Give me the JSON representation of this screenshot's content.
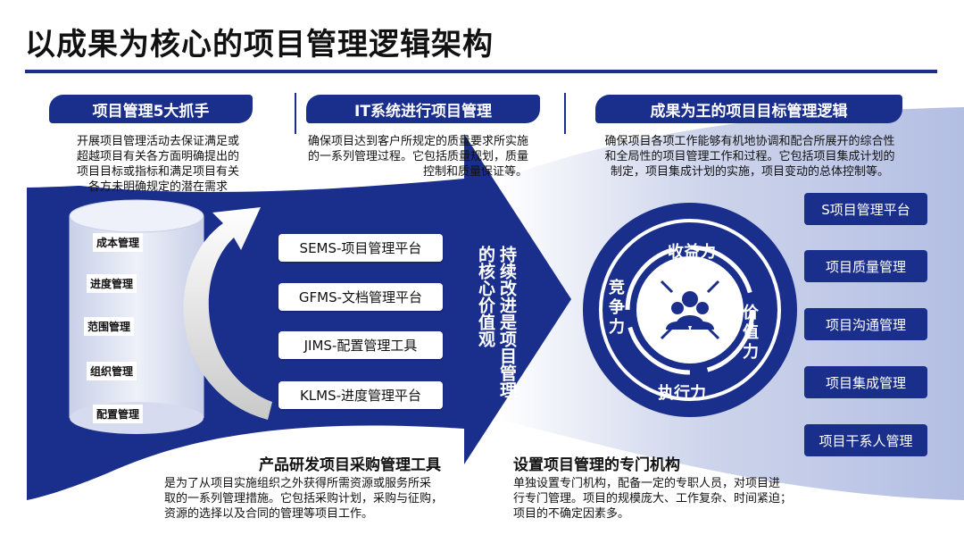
{
  "title": "以成果为核心的项目管理逻辑架构",
  "sections": {
    "left": {
      "heading": "项目管理5大抓手",
      "description_lines": [
        "开展项目管理活动去保证满足或",
        "超越项目有关各方面明确提出的",
        "项目目标或指标和满足项目有关",
        "各方未明确规定的潜在需求"
      ]
    },
    "middle": {
      "heading": "IT系统进行项目管理",
      "description_lines": [
        "确保项目达到客户所规定的质量要求所实施",
        "的一系列管理过程。它包括质量规划，质量",
        "控制和质量保证等。"
      ]
    },
    "right": {
      "heading": "成果为王的项目目标管理逻辑",
      "description_lines": [
        "确保项目各项工作能够有机地协调和配合所展开的综合性",
        "和全局性的项目管理工作和过程。它包括项目集成计划的",
        "制定，项目集成计划的实施，项目变动的总体控制等。"
      ]
    }
  },
  "levers": [
    "成本管理",
    "进度管理",
    "范围管理",
    "组织管理",
    "配置管理"
  ],
  "platforms": [
    "SEMS-项目管理平台",
    "GFMS-文档管理平台",
    "JIMS-配置管理工具",
    "KLMS-进度管理平台"
  ],
  "arrow_text": {
    "col1": "持续改进是项目管理",
    "col2": "的核心价值观"
  },
  "wheel": {
    "top": "收益力",
    "left": "竞争力",
    "right": "价值力",
    "bottom": "执行力",
    "center_icon": "team-icon"
  },
  "management_items": [
    "S项目管理平台",
    "项目质量管理",
    "项目沟通管理",
    "项目集成管理",
    "项目干系人管理"
  ],
  "bottom_left": {
    "heading": "产品研发项目采购管理工具",
    "description_lines": [
      "是为了从项目实施组织之外获得所需资源或服务所采",
      "取的一系列管理措施。它包括采购计划，采购与征购，",
      "资源的选择以及合同的管理等项目工作。"
    ]
  },
  "bottom_right": {
    "heading": "设置项目管理的专门机构",
    "description_lines": [
      "单独设置专门机构，配备一定的专职人员，对项目进",
      "行专门管理。项目的规模庞大、工作复杂、时间紧迫；",
      "项目的不确定因素多。"
    ]
  },
  "colors": {
    "primary": "#1a2f8c",
    "gradient_light": "#dde2f2",
    "text": "#111111",
    "white": "#ffffff"
  }
}
